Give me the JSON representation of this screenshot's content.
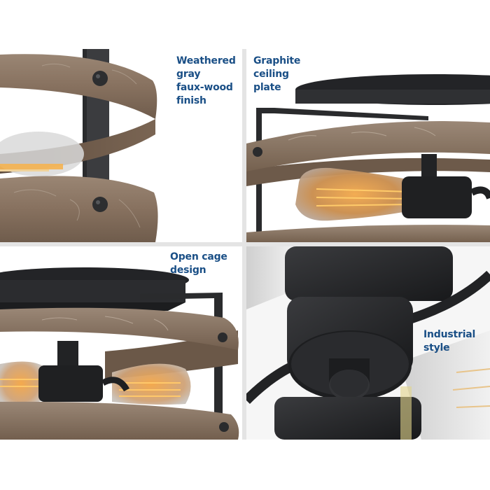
{
  "panels": [
    {
      "id": "finish",
      "caption": "Weathered\ngray\nfaux-wood\nfinish",
      "subject": "close-up of faux-wood ring bands with rivets and graphite upright"
    },
    {
      "id": "ceiling-plate",
      "caption": "Graphite\nceiling\nplate",
      "subject": "graphite canopy plate above faux-wood rings and Edison bulb"
    },
    {
      "id": "cage",
      "caption": "Open cage\ndesign",
      "subject": "open cage frame with two Edison bulbs and faux-wood bands"
    },
    {
      "id": "industrial",
      "caption": "Industrial\nstyle",
      "subject": "underside close-up of graphite socket cluster with curved arms"
    }
  ],
  "colors": {
    "caption_text": "#1a4f86",
    "divider": "#e4e4e4",
    "wood": "#8a7562",
    "wood_dark": "#6a5646",
    "graphite": "#2a2b2d",
    "bulb_glow": "#f0a23a",
    "background": "#ffffff"
  }
}
